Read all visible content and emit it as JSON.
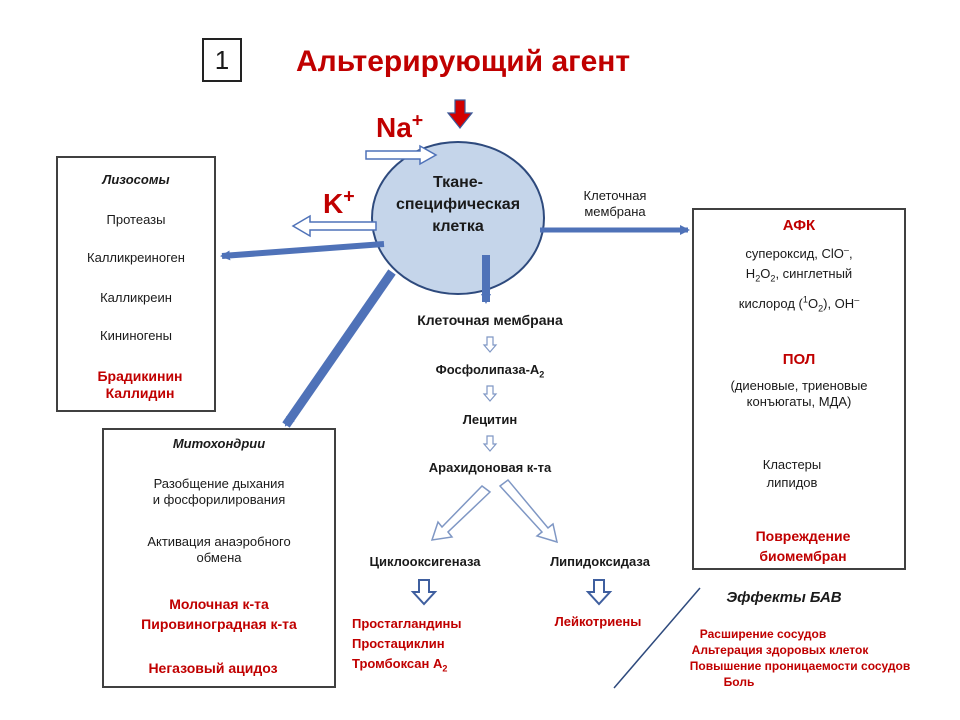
{
  "header": {
    "number": "1",
    "title": "Альтерирующий агент"
  },
  "ions": {
    "na": "Na",
    "na_sup": "+",
    "k": "K",
    "k_sup": "+"
  },
  "cell": {
    "line1": "Ткане-",
    "line2": "специфическая",
    "line3": "клетка",
    "membrane_l1": "Клеточная",
    "membrane_l2": "мембрана"
  },
  "lysosomes": {
    "title": "Лизосомы",
    "items": [
      "Протеазы",
      "Калликреиноген",
      "Калликреин",
      "Кининогены"
    ],
    "results": [
      "Брадикинин",
      "Каллидин"
    ]
  },
  "mitochondria": {
    "title": "Митохондрии",
    "step1_l1": "Разобщение дыхания",
    "step1_l2": "и фосфорилирования",
    "step2_l1": "Активация анаэробного",
    "step2_l2": "обмена",
    "results": [
      "Молочная к-та",
      "Пировиноградная к-та"
    ],
    "final": "Негазовый ацидоз"
  },
  "center": {
    "membrane": "Клеточная мембрана",
    "phospholipase": "Фосфолипаза-А",
    "phospholipase_sub": "2",
    "lecithin": "Лецитин",
    "arachidonic": "Арахидоновая к-та",
    "cyclooxygenase": "Циклооксигеназа",
    "lipoxidase": "Липидоксидаза",
    "prostaglandins": "Простагландины",
    "prostacyclin": "Простациклин",
    "thromboxane": "Тромбоксан А",
    "thromboxane_sub": "2",
    "leukotrienes": "Лейкотриены"
  },
  "afk": {
    "title": "АФК",
    "l1": "супероксид, ClO",
    "l1_sup": "–",
    "l1_end": ",",
    "l2_a": "H",
    "l2_b": "2",
    "l2_c": "O",
    "l2_d": "2",
    "l2_e": ", синглетный",
    "l3_a": "кислород (",
    "l3_b": "1",
    "l3_c": "O",
    "l3_d": "2",
    "l3_e": "), OH",
    "l3_f": "–",
    "pol_title": "ПОЛ",
    "pol_l1": "(диеновые, триеновые",
    "pol_l2": "конъюгаты, МДА)",
    "clusters_l1": "Кластеры",
    "clusters_l2": "липидов",
    "damage_l1": "Повреждение",
    "damage_l2": "биомембран"
  },
  "bav": {
    "title": "Эффекты БАВ",
    "items": [
      "Расширение сосудов",
      "Альтерация здоровых клеток",
      "Повышение проницаемости сосудов",
      "Боль"
    ]
  },
  "colors": {
    "red": "#c00000",
    "blue_arrow": "#4f72b8",
    "cell_fill": "#c5d5ea",
    "arrow_outline": "#7f97c4"
  }
}
